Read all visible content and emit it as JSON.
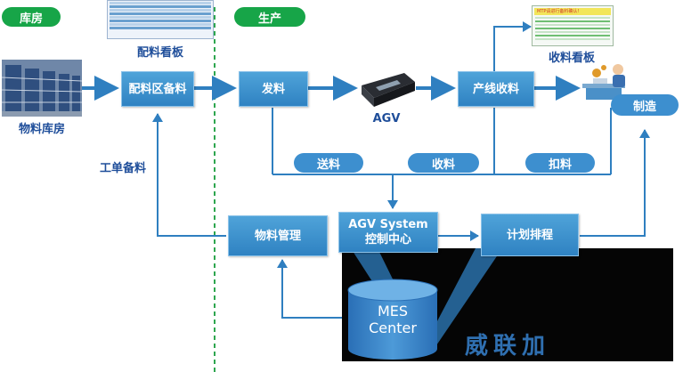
{
  "zones": {
    "warehouse": "库房",
    "production": "生产"
  },
  "nodes": {
    "material_warehouse": "物料库房",
    "kitting_area": "配料区备料",
    "kitting_board": "配料看板",
    "dispatch": "发料",
    "agv": "AGV",
    "line_receiving": "产线收料",
    "receiving_board": "收料看板",
    "manufacturing": "制造",
    "material_mgmt": "物料管理",
    "agv_system_line1": "AGV System",
    "agv_system_line2": "控制中心",
    "planning": "计划排程",
    "mes_line1": "MES",
    "mes_line2": "Center"
  },
  "flow_tags": {
    "deliver": "送料",
    "receive": "收料",
    "deduct": "扣料"
  },
  "edge_labels": {
    "work_order_kitting": "工单备料"
  },
  "receiving_board_banner": "MTP请进行备料确认!",
  "watermark": "威联加",
  "colors": {
    "zone_green": "#17a548",
    "box_blue": "#3d8fcf",
    "arrow": "#2f7fc0",
    "divider": "#2ea64f"
  }
}
